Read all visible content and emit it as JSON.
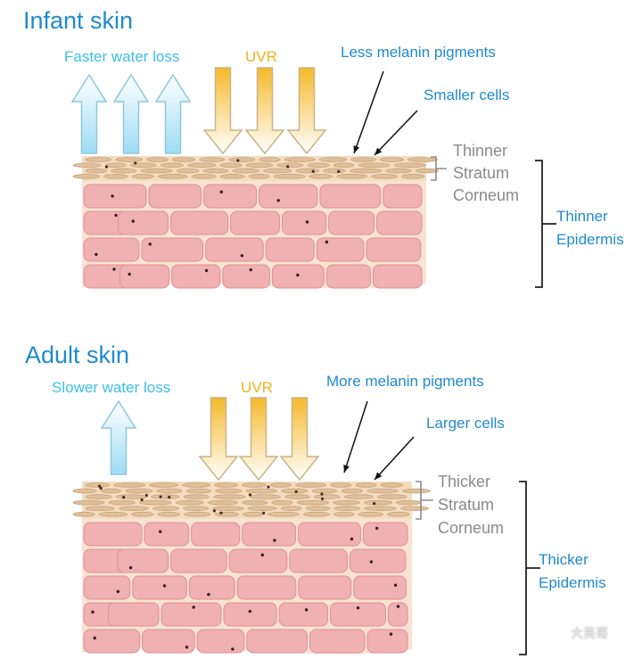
{
  "infant": {
    "title": "Infant skin",
    "water_loss": "Faster water loss",
    "uvr": "UVR",
    "melanin": "Less melanin pigments",
    "cells": "Smaller cells",
    "stratum": [
      "Thinner",
      "Stratum",
      "Corneum"
    ],
    "epidermis": [
      "Thinner",
      "Epidermis"
    ]
  },
  "adult": {
    "title": "Adult skin",
    "water_loss": "Slower water loss",
    "uvr": "UVR",
    "melanin": "More melanin pigments",
    "cells": "Larger cells",
    "stratum": [
      "Thicker",
      "Stratum",
      "Corneum"
    ],
    "epidermis": [
      "Thicker",
      "Epidermis"
    ]
  },
  "watermark": "大吴哥",
  "colors": {
    "title_blue": "#1f8ad0",
    "water_arrow": "#bfe9f7",
    "uvr_arrow": "#f7c948",
    "stratum_layer": "#f3dcc0",
    "epidermis_cells": "#efb1b1",
    "dermis": "#f9e3d2"
  }
}
